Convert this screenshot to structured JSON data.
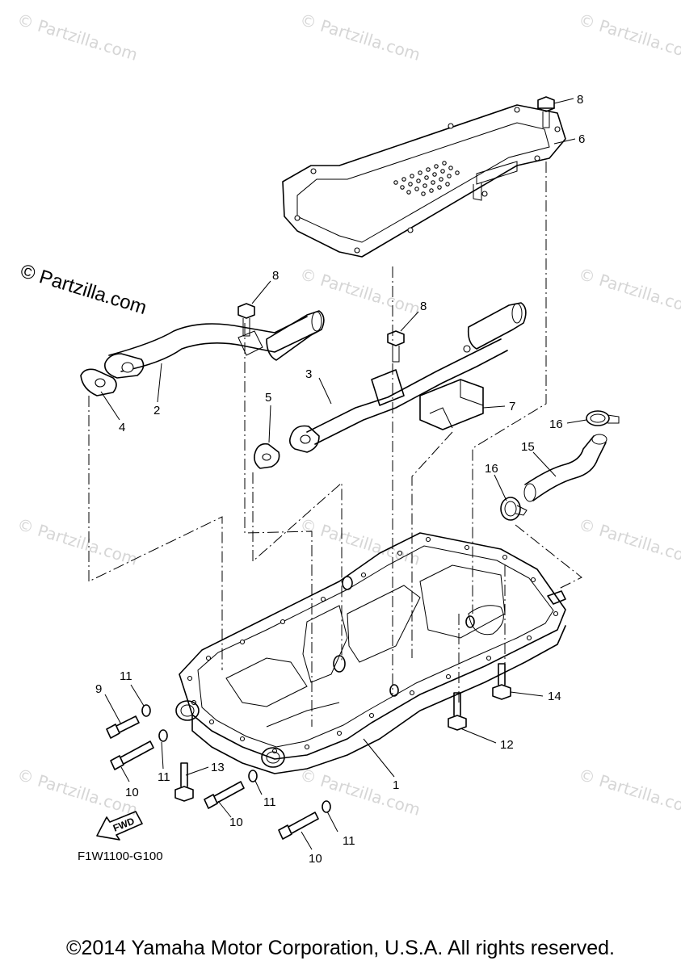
{
  "watermark": "© Partzilla.com",
  "partzilla_label": "© Partzilla.com",
  "diagram_code": "F1W1100-G100",
  "fwd_label": "FWD",
  "copyright": "©2014 Yamaha Motor Corporation, U.S.A. All rights reserved.",
  "callouts": [
    "8",
    "6",
    "8",
    "8",
    "2",
    "4",
    "3",
    "5",
    "7",
    "16",
    "15",
    "16",
    "11",
    "9",
    "11",
    "10",
    "13",
    "11",
    "10",
    "11",
    "10",
    "1",
    "12",
    "14"
  ]
}
